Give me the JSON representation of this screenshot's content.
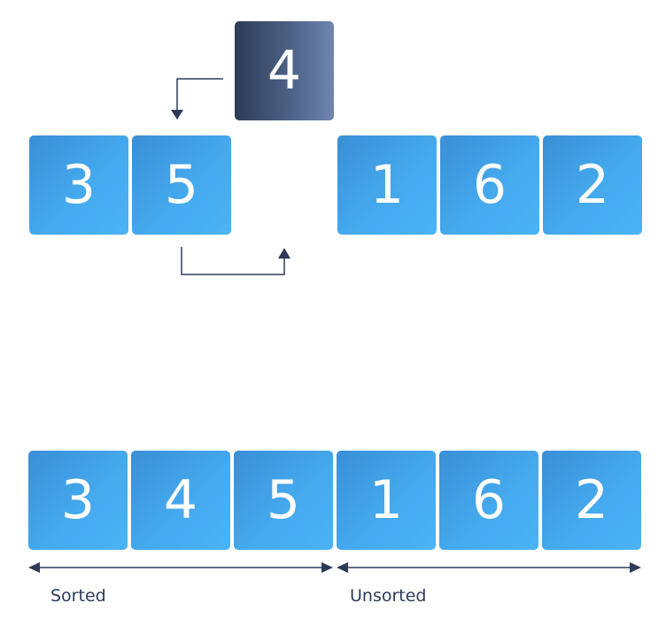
{
  "key_value": "4",
  "top_sorted": [
    "3",
    "5"
  ],
  "top_unsorted": [
    "1",
    "6",
    "2"
  ],
  "bottom_row": [
    "3",
    "4",
    "5",
    "1",
    "6",
    "2"
  ],
  "labels": {
    "sorted": "Sorted",
    "unsorted": "Unsorted"
  },
  "colors": {
    "box": "#45a9ee",
    "key_box": "#3e4d6e",
    "arrow": "#2e3b58",
    "text": "#ffffff"
  }
}
